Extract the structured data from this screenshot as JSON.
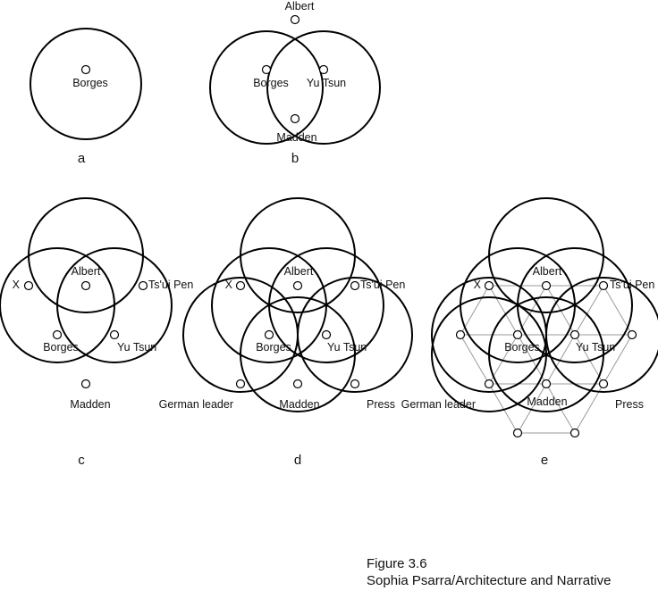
{
  "panels": [
    {
      "letter": "a",
      "labels": [
        "Borges"
      ]
    },
    {
      "letter": "b",
      "labels": [
        "Albert",
        "Borges",
        "Yu Tsun",
        "Madden"
      ]
    },
    {
      "letter": "c",
      "labels": [
        "X",
        "Albert",
        "Ts'ui Pen",
        "Borges",
        "Yu Tsun",
        "Madden"
      ]
    },
    {
      "letter": "d",
      "labels": [
        "X",
        "Albert",
        "Ts'ui Pen",
        "Borges",
        "Yu Tsun",
        "German leader",
        "Madden",
        "Press"
      ]
    },
    {
      "letter": "e",
      "labels": [
        "X",
        "Albert",
        "Ts'ui Pen",
        "Borges",
        "Yu Tsun",
        "German leader",
        "Madden",
        "Press"
      ]
    }
  ],
  "caption": {
    "line1": "Figure 3.6",
    "line2": "Sophia Psarra/Architecture and Narrative"
  }
}
